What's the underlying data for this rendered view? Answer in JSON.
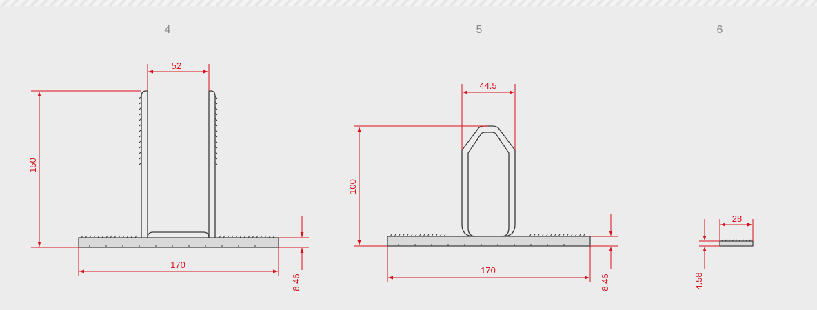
{
  "colors": {
    "background": "#ececec",
    "dimension": "#d8111c",
    "profile": "#3a3a3a",
    "header": "#8a8a8a"
  },
  "profiles": [
    {
      "number": "4",
      "dimensions": {
        "top_gap": "52",
        "height": "150",
        "width": "170",
        "thickness": "8.46"
      }
    },
    {
      "number": "5",
      "dimensions": {
        "top_width": "44.5",
        "height": "100",
        "width": "170",
        "thickness": "8.46"
      }
    },
    {
      "number": "6",
      "dimensions": {
        "width": "28",
        "thickness": "4.58"
      }
    }
  ]
}
